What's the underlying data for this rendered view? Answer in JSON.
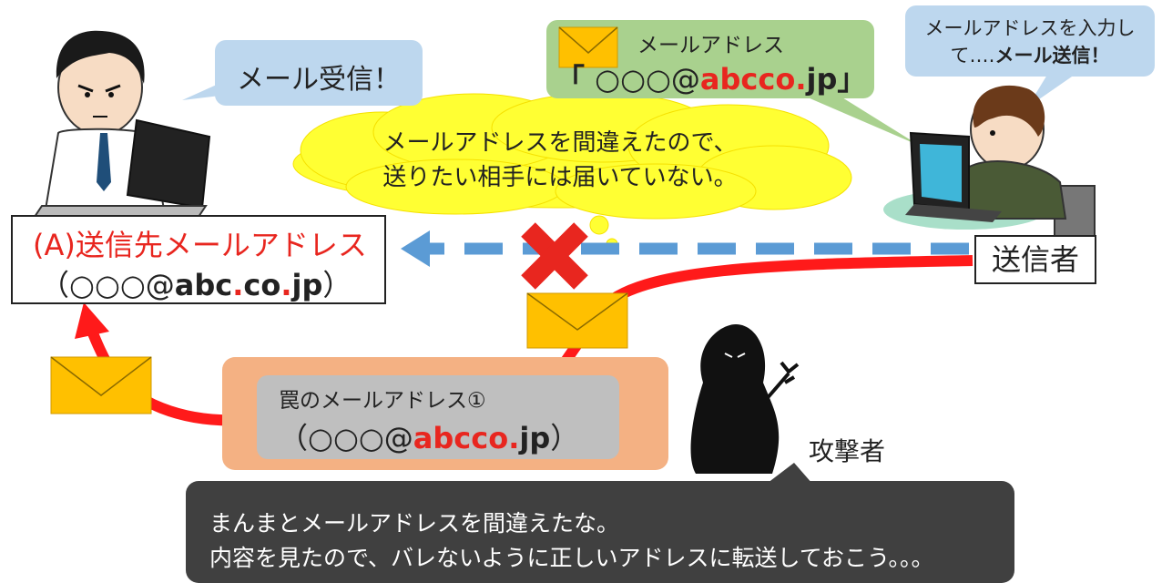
{
  "receiver_bubble": {
    "text": "メール受信！"
  },
  "sender_bubble": {
    "line1": "メールアドレスを入力し",
    "line2_prefix": "て‥‥",
    "line2_bold": "メール送信！"
  },
  "wrong_address_box": {
    "label": "メールアドレス",
    "open_bracket": "「 ",
    "local_part": "○○○@",
    "domain_red": "abcco",
    "dot_red": ".",
    "tld": "jp",
    "close_bracket": "」"
  },
  "cloud": {
    "line1": "メールアドレスを間違えたので、",
    "line2": "送りたい相手には届いていない。"
  },
  "destination": {
    "title": "(A)送信先メールアドレス",
    "open_paren": "（",
    "local_part": "○○○@",
    "part1": "abc",
    "dot1": ".",
    "part2": "co",
    "dot2": ".",
    "part3": "jp",
    "close_paren": "）"
  },
  "sender_label": "送信者",
  "trap": {
    "title": "罠のメールアドレス①",
    "open_paren": "（",
    "local_part": "○○○@",
    "domain_red": "abcco.",
    "tld": "jp",
    "close_paren": "）"
  },
  "attacker_label": "攻撃者",
  "attacker_speech": {
    "line1": "まんまとメールアドレスを間違えたな。",
    "line2": "内容を見たので、バレないように正しいアドレスに転送しておこう。。。"
  },
  "colors": {
    "red": "#e8261f",
    "blue_arrow": "#5b9bd5",
    "envelope": "#ffc000",
    "cloud": "#ffff33",
    "trap_bg": "#f4b183",
    "trap_inner": "#bfbfbf",
    "speech_dark": "#404040",
    "green_box": "#a9d18e",
    "blue_bubble": "#bdd7ee"
  }
}
